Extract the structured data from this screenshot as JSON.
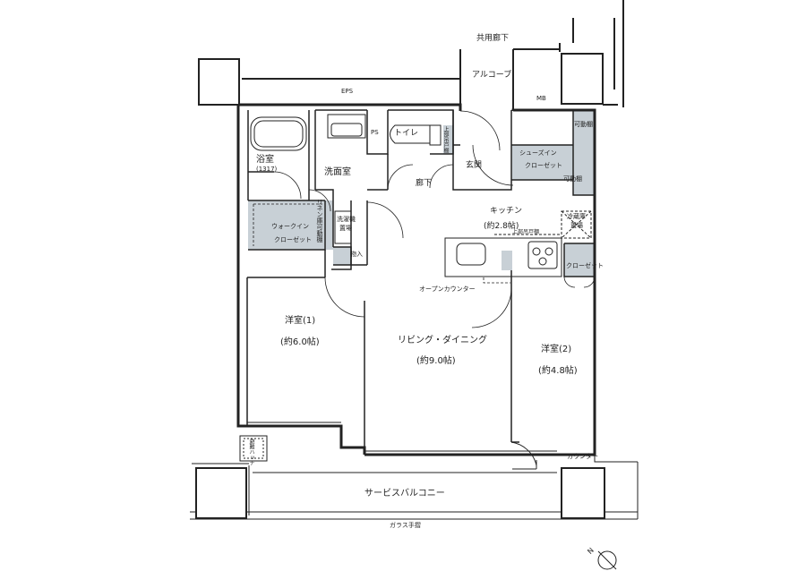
{
  "floorplan": {
    "rooms": {
      "common_corridor": "共用廊下",
      "alcove": "アルコーブ",
      "eps": "EPS",
      "mb": "MB",
      "ps": "PS",
      "toilet": "トイレ",
      "upper_cabinet": "上部吊戸棚",
      "bathroom": "浴室",
      "bathroom_size": "(1317)",
      "washroom": "洗面室",
      "hallway": "廊下",
      "entrance": "玄関",
      "shoe_closet_line1": "シューズイン",
      "shoe_closet_line2": "クローゼット",
      "adjustable_shelf": "可動棚",
      "linen": "リネン庫",
      "washer_space_line1": "洗濯機",
      "washer_space_line2": "置場",
      "walk_in_line1": "ウォークイン",
      "walk_in_line2": "クローゼット",
      "storage": "物入",
      "kitchen": "キッチン",
      "kitchen_size": "(約2.8帖)",
      "fridge_line1": "冷蔵庫",
      "fridge_line2": "置場",
      "closet": "クローゼット",
      "open_counter": "オープンカウンター",
      "western1": "洋室(1)",
      "western1_size": "(約6.0帖)",
      "living": "リビング・ダイニング",
      "living_size": "(約9.0帖)",
      "western2": "洋室(2)",
      "western2_size": "(約4.8帖)",
      "evacuation_hatch": "避難ハッチ",
      "counter": "カウンター",
      "balcony": "サービスバルコニー",
      "glass_handrail": "ガラス手摺",
      "north": "N"
    },
    "colors": {
      "wall": "#222222",
      "storage_fill": "#c8d0d6",
      "pillar_fill": "#ffffff"
    }
  }
}
